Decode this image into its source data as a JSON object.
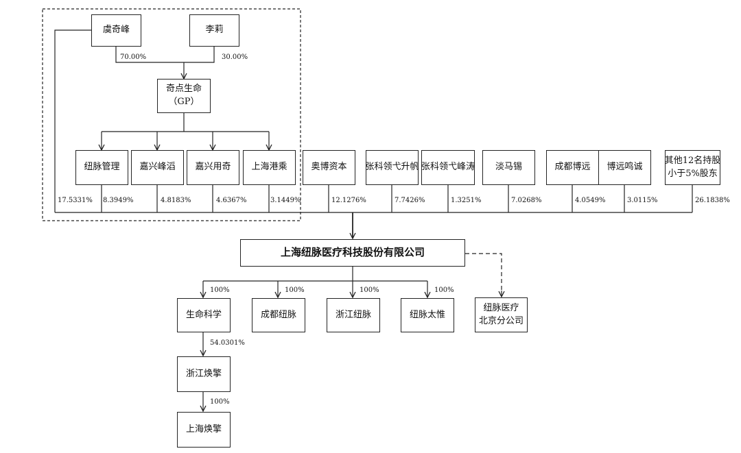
{
  "entities": {
    "yu_qifeng": "虞奇峰",
    "li_li": "李莉",
    "qidian_line1": "奇点生命",
    "qidian_line2": "（GP）",
    "zumai_guanli": "纽脉管理",
    "jiaxing_fengdao": "嘉兴峰滔",
    "jiaxing_yongqi": "嘉兴用奇",
    "shanghai_gangcheng": "上海港乘",
    "aobo_ziben": "奥博资本",
    "zhangke_shengfan": "张科领弋升帆",
    "zhangke_fengtao": "张科领弋峰涛",
    "dan_maxi": "淡马锡",
    "chengdu_boyuan": "成都博远",
    "boyuan_mingcheng": "博远鸣诚",
    "others_line1": "其他12名持股",
    "others_line2": "小于5%股东",
    "company": "上海纽脉医疗科技股份有限公司",
    "shengming_kexue": "生命科学",
    "chengdu_zumai": "成都纽脉",
    "zhejiang_zumai": "浙江纽脉",
    "zumai_taiwei": "纽脉太惟",
    "beijing_line1": "纽脉医疗",
    "beijing_line2": "北京分公司",
    "zhejiang_huanqing": "浙江焕擎",
    "shanghai_huanqing": "上海焕擎"
  },
  "percentages": {
    "yu_to_qidian": "70.00%",
    "li_to_qidian": "30.00%",
    "yu_direct": "17.5331%",
    "zumai_guanli": "8.3949%",
    "jiaxing_fengdao": "4.8183%",
    "jiaxing_yongqi": "4.6367%",
    "shanghai_gangcheng": "3.1449%",
    "aobo_ziben": "12.1276%",
    "zhangke_shengfan": "7.7426%",
    "zhangke_fengtao": "1.3251%",
    "dan_maxi": "7.0268%",
    "chengdu_boyuan": "4.0549%",
    "boyuan_mingcheng": "3.0115%",
    "others": "26.1838%",
    "sub_shengming": "100%",
    "sub_chengdu": "100%",
    "sub_zhejiang": "100%",
    "sub_taiwei": "100%",
    "zhejiang_huanqing": "54.0301%",
    "shanghai_huanqing": "100%"
  }
}
